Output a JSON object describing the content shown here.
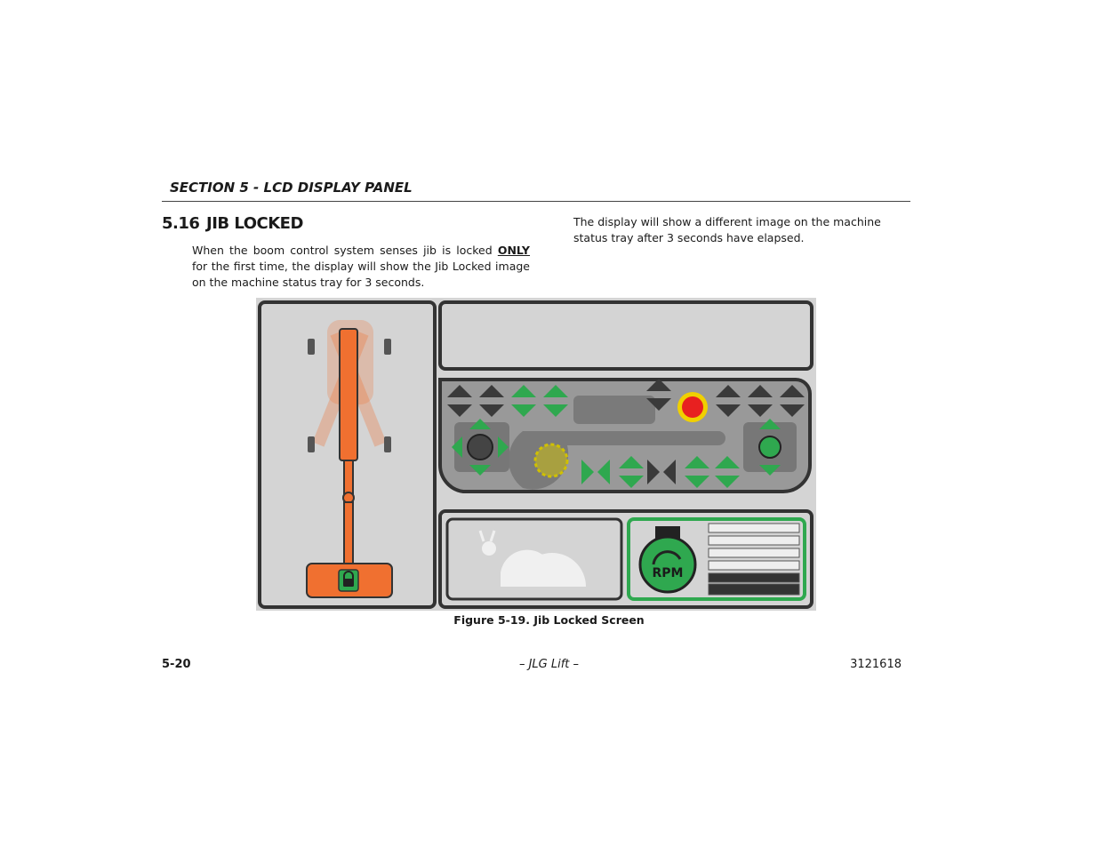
{
  "header": {
    "section": "SECTION 5 - LCD DISPLAY PANEL"
  },
  "heading": {
    "number": "5.16",
    "title": "JIB LOCKED"
  },
  "body": {
    "left_pre": "When the boom control system senses jib is locked ",
    "left_emph": "ONLY",
    "left_post": " for the first time, the display will show the Jib Locked image on the machine status tray for 3 seconds.",
    "right": "The display will show a different image on the machine status tray after 3 seconds have elapsed."
  },
  "figure": {
    "caption": "Figure 5-19. Jib Locked Screen",
    "rpm_label": "RPM",
    "colors": {
      "orange": "#f07030",
      "green": "#2fa84f",
      "dark": "#3a3a3a",
      "panel": "#d4d4d4",
      "red": "#e82020",
      "yellow": "#f0d000"
    }
  },
  "footer": {
    "page": "5-20",
    "center": "– JLG Lift –",
    "doc": "3121618"
  }
}
